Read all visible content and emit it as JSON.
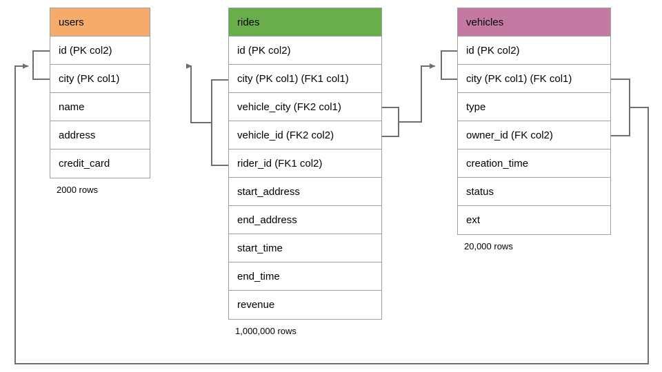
{
  "diagram": {
    "title": "ride-sharing schema ER diagram",
    "background": "#ffffff",
    "line_color": "#6e6e6e",
    "border_color": "#9e9e9e"
  },
  "entities": [
    {
      "name": "users",
      "header_color": "#f5ac6a",
      "caption": "2000 rows",
      "columns": [
        {
          "label": "id (PK col2)"
        },
        {
          "label": "city (PK col1)"
        },
        {
          "label": "name"
        },
        {
          "label": "address"
        },
        {
          "label": "credit_card"
        }
      ]
    },
    {
      "name": "rides",
      "header_color": "#6aae4c",
      "caption": "1,000,000 rows",
      "columns": [
        {
          "label": "id (PK col2)"
        },
        {
          "label": "city (PK col1) (FK1 col1)"
        },
        {
          "label": "vehicle_city (FK2 col1)"
        },
        {
          "label": "vehicle_id (FK2 col2)"
        },
        {
          "label": "rider_id (FK1 col2)"
        },
        {
          "label": "start_address"
        },
        {
          "label": "end_address"
        },
        {
          "label": "start_time"
        },
        {
          "label": "end_time"
        },
        {
          "label": "revenue"
        }
      ]
    },
    {
      "name": "vehicles",
      "header_color": "#c479a2",
      "caption": "20,000 rows",
      "columns": [
        {
          "label": "id (PK col2)"
        },
        {
          "label": "city (PK col1) (FK col1)"
        },
        {
          "label": "type"
        },
        {
          "label": "owner_id (FK col2)"
        },
        {
          "label": "creation_time"
        },
        {
          "label": "status"
        },
        {
          "label": "ext"
        }
      ]
    }
  ],
  "relationships": [
    {
      "name": "rides-to-users",
      "from_entity": "rides",
      "from_columns": [
        "city (PK col1) (FK1 col1)",
        "rider_id (FK1 col2)"
      ],
      "to_entity": "users",
      "to_columns": [
        "id (PK col2)",
        "city (PK col1)"
      ],
      "arrow": "to-users"
    },
    {
      "name": "rides-to-vehicles",
      "from_entity": "rides",
      "from_columns": [
        "vehicle_city (FK2 col1)",
        "vehicle_id (FK2 col2)"
      ],
      "to_entity": "vehicles",
      "to_columns": [
        "id (PK col2)",
        "city (PK col1) (FK col1)"
      ],
      "arrow": "to-vehicles"
    },
    {
      "name": "vehicles-to-users",
      "from_entity": "vehicles",
      "from_columns": [
        "city (PK col1) (FK col1)",
        "owner_id (FK col2)"
      ],
      "to_entity": "users",
      "to_columns": [
        "id (PK col2)",
        "city (PK col1)"
      ],
      "arrow": "to-users"
    }
  ]
}
